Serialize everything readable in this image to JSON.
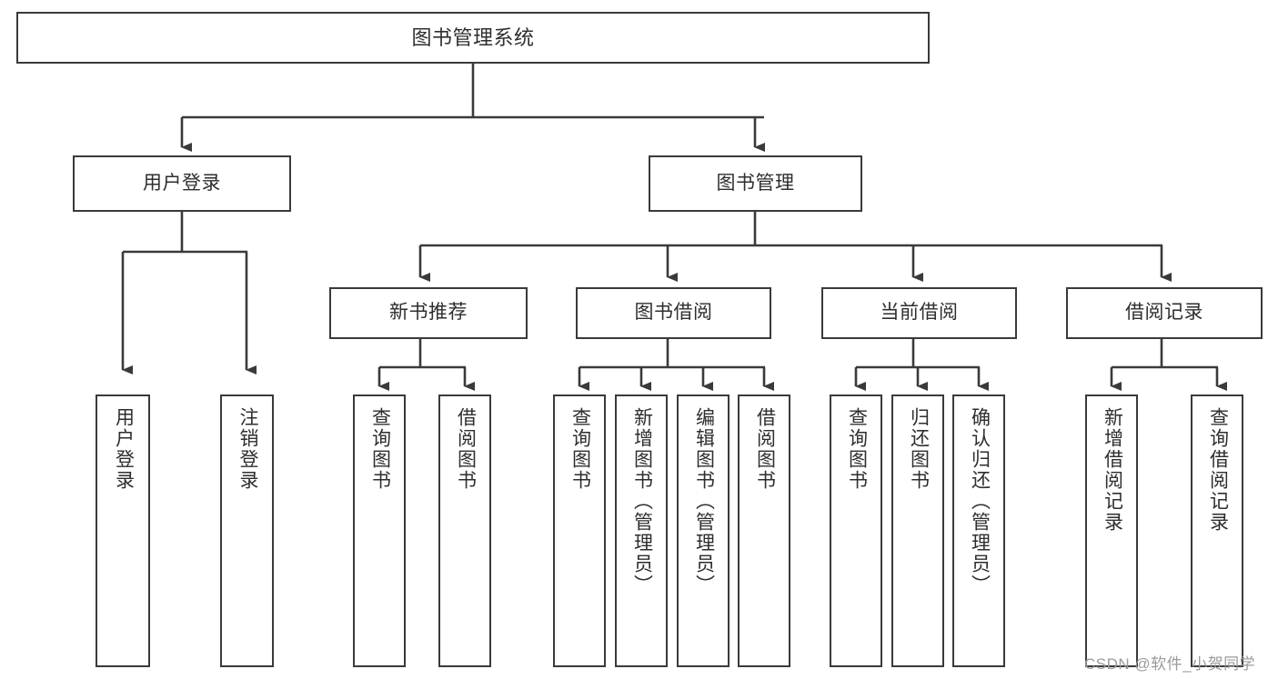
{
  "diagram": {
    "title": "图书管理系统",
    "type": "tree-hierarchy-chart",
    "orientation": "top-down",
    "colors": {
      "box_border": "#3a3a3a",
      "box_fill": "#ffffff",
      "text": "#2e2e2e",
      "connector": "#3a3a3a",
      "watermark": "#9a9a9a",
      "background": "#ffffff"
    }
  },
  "nodes": {
    "root": {
      "label": "图书管理系统"
    },
    "level2": [
      {
        "label": "用户登录"
      },
      {
        "label": "图书管理"
      }
    ],
    "level3": [
      {
        "label": "新书推荐"
      },
      {
        "label": "图书借阅"
      },
      {
        "label": "当前借阅"
      },
      {
        "label": "借阅记录"
      }
    ],
    "leaves": {
      "user_login": [
        {
          "label": "用户登录"
        },
        {
          "label": "注销登录"
        }
      ],
      "new_book_recommend": [
        {
          "label": "查询图书"
        },
        {
          "label": "借阅图书"
        }
      ],
      "book_borrow": [
        {
          "label": "查询图书"
        },
        {
          "label": "新增图书（管理员）"
        },
        {
          "label": "编辑图书（管理员）"
        },
        {
          "label": "借阅图书"
        }
      ],
      "current_borrow": [
        {
          "label": "查询图书"
        },
        {
          "label": "归还图书"
        },
        {
          "label": "确认归还（管理员）"
        }
      ],
      "borrow_record": [
        {
          "label": "新增借阅记录"
        },
        {
          "label": "查询借阅记录"
        }
      ]
    }
  },
  "watermark": {
    "text": "CSDN @软件_小贺同学"
  },
  "chart_data": {
    "type": "table",
    "title": "图书管理系统 功能结构图",
    "tree": {
      "name": "图书管理系统",
      "children": [
        {
          "name": "用户登录",
          "children": [
            {
              "name": "用户登录"
            },
            {
              "name": "注销登录"
            }
          ]
        },
        {
          "name": "图书管理",
          "children": [
            {
              "name": "新书推荐",
              "children": [
                {
                  "name": "查询图书"
                },
                {
                  "name": "借阅图书"
                }
              ]
            },
            {
              "name": "图书借阅",
              "children": [
                {
                  "name": "查询图书"
                },
                {
                  "name": "新增图书（管理员）"
                },
                {
                  "name": "编辑图书（管理员）"
                },
                {
                  "name": "借阅图书"
                }
              ]
            },
            {
              "name": "当前借阅",
              "children": [
                {
                  "name": "查询图书"
                },
                {
                  "name": "归还图书"
                },
                {
                  "name": "确认归还（管理员）"
                }
              ]
            },
            {
              "name": "借阅记录",
              "children": [
                {
                  "name": "新增借阅记录"
                },
                {
                  "name": "查询借阅记录"
                }
              ]
            }
          ]
        }
      ]
    },
    "depth": 4,
    "total_nodes": 20,
    "leaf_count": 13
  }
}
